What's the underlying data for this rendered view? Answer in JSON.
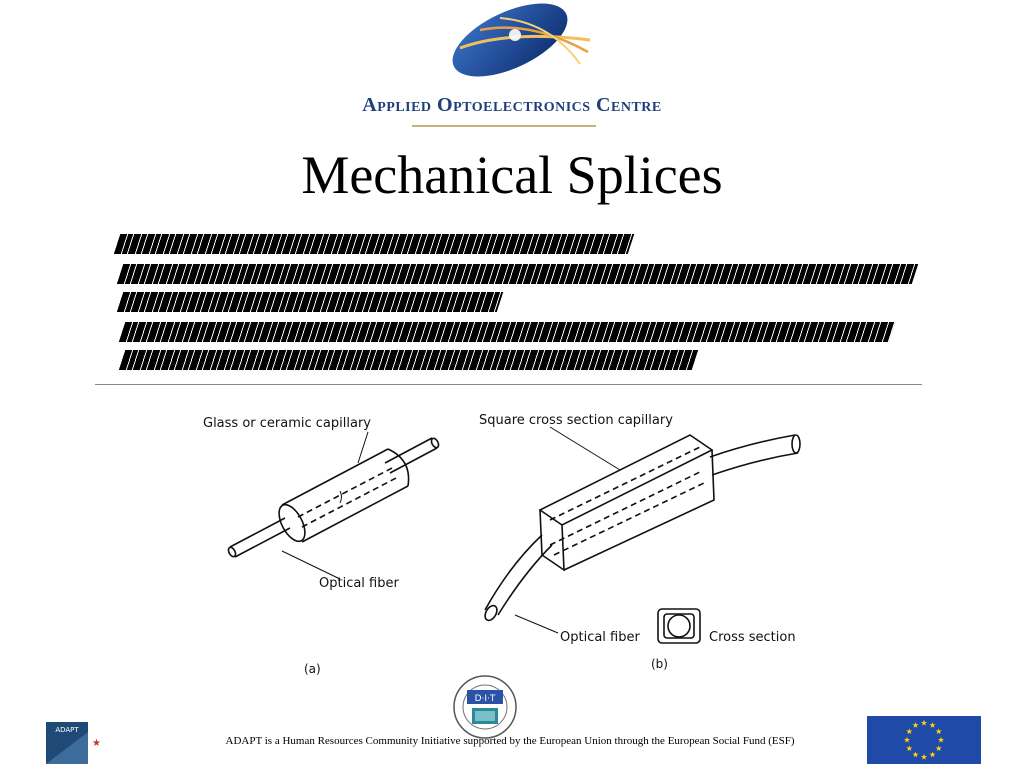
{
  "header": {
    "org_name": "Applied Optoelectronics Centre",
    "logo_icon": "aoc-swoosh-logo-icon"
  },
  "slide": {
    "title": "Mechanical Splices"
  },
  "figure": {
    "label_glass": "Glass or ceramic capillary",
    "label_square": "Square cross section capillary",
    "label_fiber_a": "Optical fiber",
    "label_fiber_b": "Optical fiber",
    "label_cross": "Cross section",
    "label_a": "(a)",
    "label_b": "(b)"
  },
  "footer": {
    "text": "ADAPT is a Human Resources Community Initiative supported by the European Union through the European Social Fund (ESF)",
    "adapt_logo_text": "ADAPT",
    "dit_seal_text": "D·I·T"
  },
  "colors": {
    "org_blue": "#1f3f7a",
    "eu_blue": "#1f4aa8",
    "eu_gold": "#ffd400"
  }
}
